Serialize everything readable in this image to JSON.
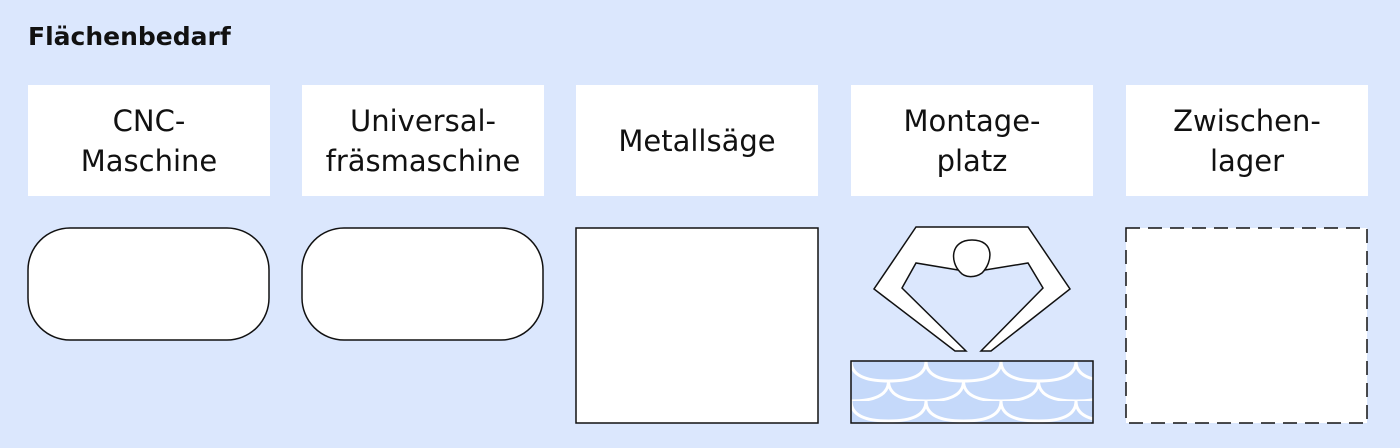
{
  "title": "Flächenbedarf",
  "items": [
    {
      "line1": "CNC-",
      "line2": "Maschine",
      "shape": "rounded-rect"
    },
    {
      "line1": "Universal-",
      "line2": "fräsmaschine",
      "shape": "rounded-rect"
    },
    {
      "line1": "Metallsäge",
      "line2": "",
      "shape": "square"
    },
    {
      "line1": "Montage-",
      "line2": "platz",
      "shape": "worker-at-table"
    },
    {
      "line1": "Zwischen-",
      "line2": "lager",
      "shape": "dashed-square"
    }
  ],
  "colors": {
    "background": "#dbe7fd",
    "table_fill": "#c5d9fa",
    "stroke": "#111111"
  }
}
